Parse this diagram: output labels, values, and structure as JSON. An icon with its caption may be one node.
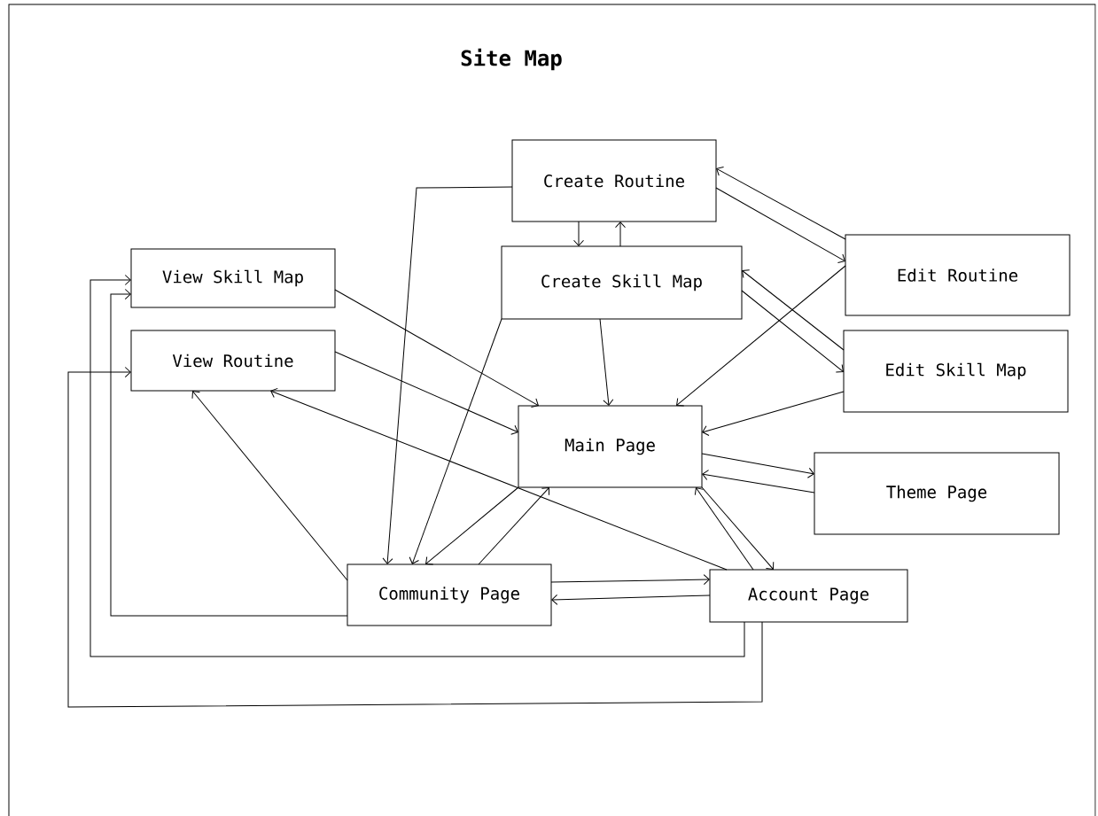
{
  "diagram": {
    "title": "Site Map",
    "nodes": [
      {
        "text": [
          "Create Routine"
        ]
      },
      {
        "text": [
          "View Skill Map"
        ]
      },
      {
        "text": [
          "Create Skill Map"
        ]
      },
      {
        "text": [
          "Edit Routine"
        ]
      },
      {
        "text": [
          "View Routine"
        ]
      },
      {
        "text": [
          "Edit Skill Map"
        ]
      },
      {
        "text": [
          "Main Page"
        ]
      },
      {
        "text": [
          "Theme Page"
        ]
      },
      {
        "text": [
          "Community Page"
        ]
      },
      {
        "text": [
          "Account Page"
        ]
      }
    ],
    "edges": [
      {
        "from": 0,
        "to": 2,
        "arrow": "to"
      },
      {
        "from": 2,
        "to": 0,
        "arrow": "to"
      },
      {
        "from": 3,
        "to": 0,
        "arrow": "to"
      },
      {
        "from": 0,
        "to": 3,
        "arrow": "to"
      },
      {
        "from": 5,
        "to": 2,
        "arrow": "to"
      },
      {
        "from": 2,
        "to": 5,
        "arrow": "to"
      },
      {
        "from": 0,
        "to": 8,
        "arrow": "to"
      },
      {
        "from": 2,
        "to": 8,
        "arrow": "to"
      },
      {
        "from": 2,
        "to": 6,
        "arrow": "to"
      },
      {
        "from": 1,
        "to": 6,
        "arrow": "to"
      },
      {
        "from": 4,
        "to": 6,
        "arrow": "to"
      },
      {
        "from": 3,
        "to": 6,
        "arrow": "to"
      },
      {
        "from": 5,
        "to": 6,
        "arrow": "to"
      },
      {
        "from": 6,
        "to": 7,
        "arrow": "to"
      },
      {
        "from": 7,
        "to": 6,
        "arrow": "to"
      },
      {
        "from": 6,
        "to": 9,
        "arrow": "to"
      },
      {
        "from": 9,
        "to": 6,
        "arrow": "to"
      },
      {
        "from": 6,
        "to": 8,
        "arrow": "to"
      },
      {
        "from": 8,
        "to": 6,
        "arrow": "to"
      },
      {
        "from": 9,
        "to": 4,
        "arrow": "to"
      },
      {
        "from": 8,
        "to": 4,
        "arrow": "to"
      },
      {
        "from": 8,
        "to": 9,
        "arrow": "to"
      },
      {
        "from": 9,
        "to": 8,
        "arrow": "to"
      },
      {
        "from": 8,
        "to": 1,
        "arrow": "to"
      },
      {
        "from": 9,
        "to": 1,
        "arrow": "to"
      },
      {
        "from": 9,
        "to": 4,
        "arrow": "to"
      }
    ]
  }
}
